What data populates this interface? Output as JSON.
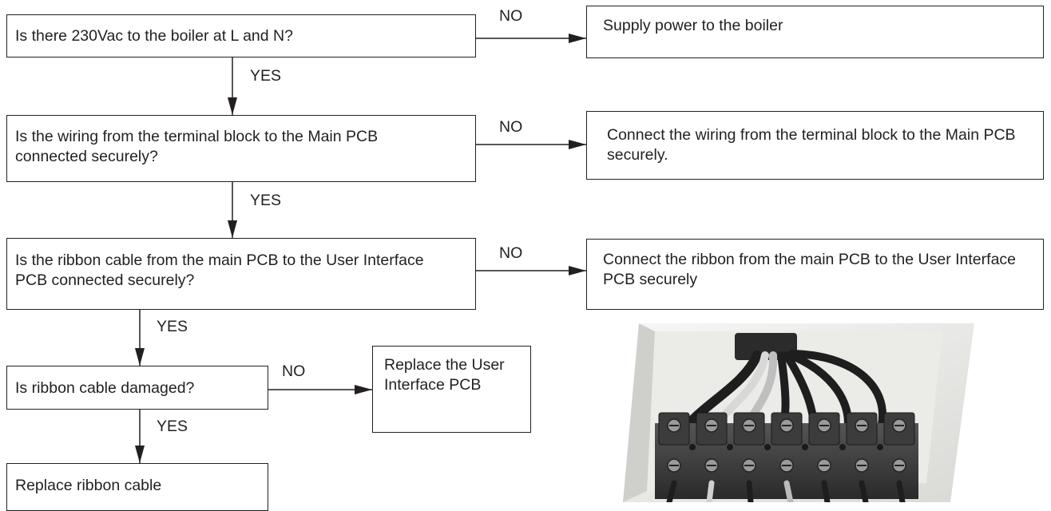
{
  "flowchart": {
    "q1": "Is there 230Vac to the boiler at L and N?",
    "q2": "Is the wiring from the terminal block to the Main PCB connected securely?",
    "q3": "Is the ribbon cable from the main PCB to the User Interface PCB connected securely?",
    "q4": "Is ribbon cable damaged?",
    "a1": "Supply power to the boiler",
    "a2": "Connect the wiring from the terminal block to the Main PCB securely.",
    "a3": "Connect the ribbon from the main PCB to the User Interface PCB securely",
    "a4": "Replace the User Interface PCB",
    "a5": "Replace ribbon cable",
    "yes": "YES",
    "no": "NO"
  },
  "photo": {
    "subject": "terminal-block-wiring-photo",
    "colors": {
      "housing": "#f0f0ee",
      "terminal": "#3a3a3a",
      "cable_dark": "#1e1e1e"
    }
  },
  "colors": {
    "stroke": "#231f20",
    "text": "#231f20"
  }
}
